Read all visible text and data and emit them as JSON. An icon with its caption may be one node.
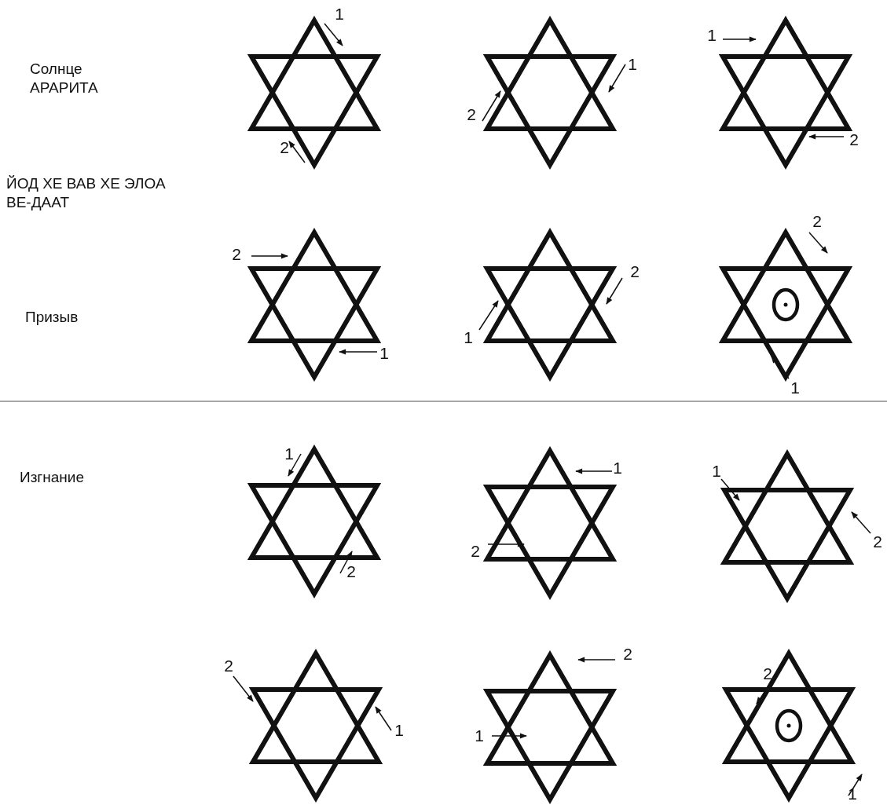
{
  "diagram": {
    "labels": [
      "Солнце АРАРИТА",
      "1",
      "2",
      "1",
      "2",
      "1",
      "2",
      "ЙОД ХЕ ВАВ ХЕ ЭЛОА ВЕ-ДААТ",
      "Призыв",
      "2",
      "1",
      "2",
      "1",
      "2",
      "1",
      "Изгнание",
      "1",
      "2",
      "1",
      "2",
      "1",
      "2",
      "2",
      "1",
      "2",
      "1",
      "2",
      "1"
    ]
  }
}
